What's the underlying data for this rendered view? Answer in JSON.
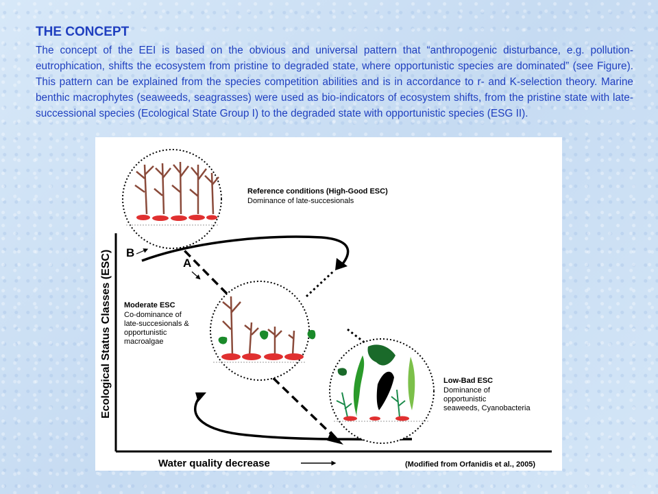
{
  "heading": "THE CONCEPT",
  "paragraph": "The concept of the EEI is based on the obvious and universal pattern that “anthropogenic disturbance, e.g. pollution-eutrophication, shifts the ecosystem from pristine to degraded state, where opportunistic species are dominated” (see Figure). This pattern can be explained from the species competition abilities and is in accordance to r- and K-selection theory. Marine benthic macrophytes (seaweeds, seagrasses) were used as bio-indicators of ecosystem shifts, from the pristine state with late-successional species (Ecological State Group I) to the degraded state with opportunistic species (ESG II).",
  "figure": {
    "y_axis_label": "Ecological Status Classes (ESC)",
    "x_axis_label": "Water quality decrease",
    "credit": "(Modified from Orfanidis et al., 2005)",
    "path_label_b": "B",
    "path_label_a": "A",
    "reference": {
      "title": "Reference conditions (High-Good ESC)",
      "subtitle": "Dominance of late-succesionals"
    },
    "moderate": {
      "title": "Moderate ESC",
      "lines": [
        "Co-dominance of",
        "late-succesionals &",
        "opportunistic",
        "macroalgae"
      ]
    },
    "lowbad": {
      "title": "Low-Bad ESC",
      "lines": [
        "Dominance of",
        "opportunistic",
        "seaweeds, Cyanobacteria"
      ]
    }
  }
}
